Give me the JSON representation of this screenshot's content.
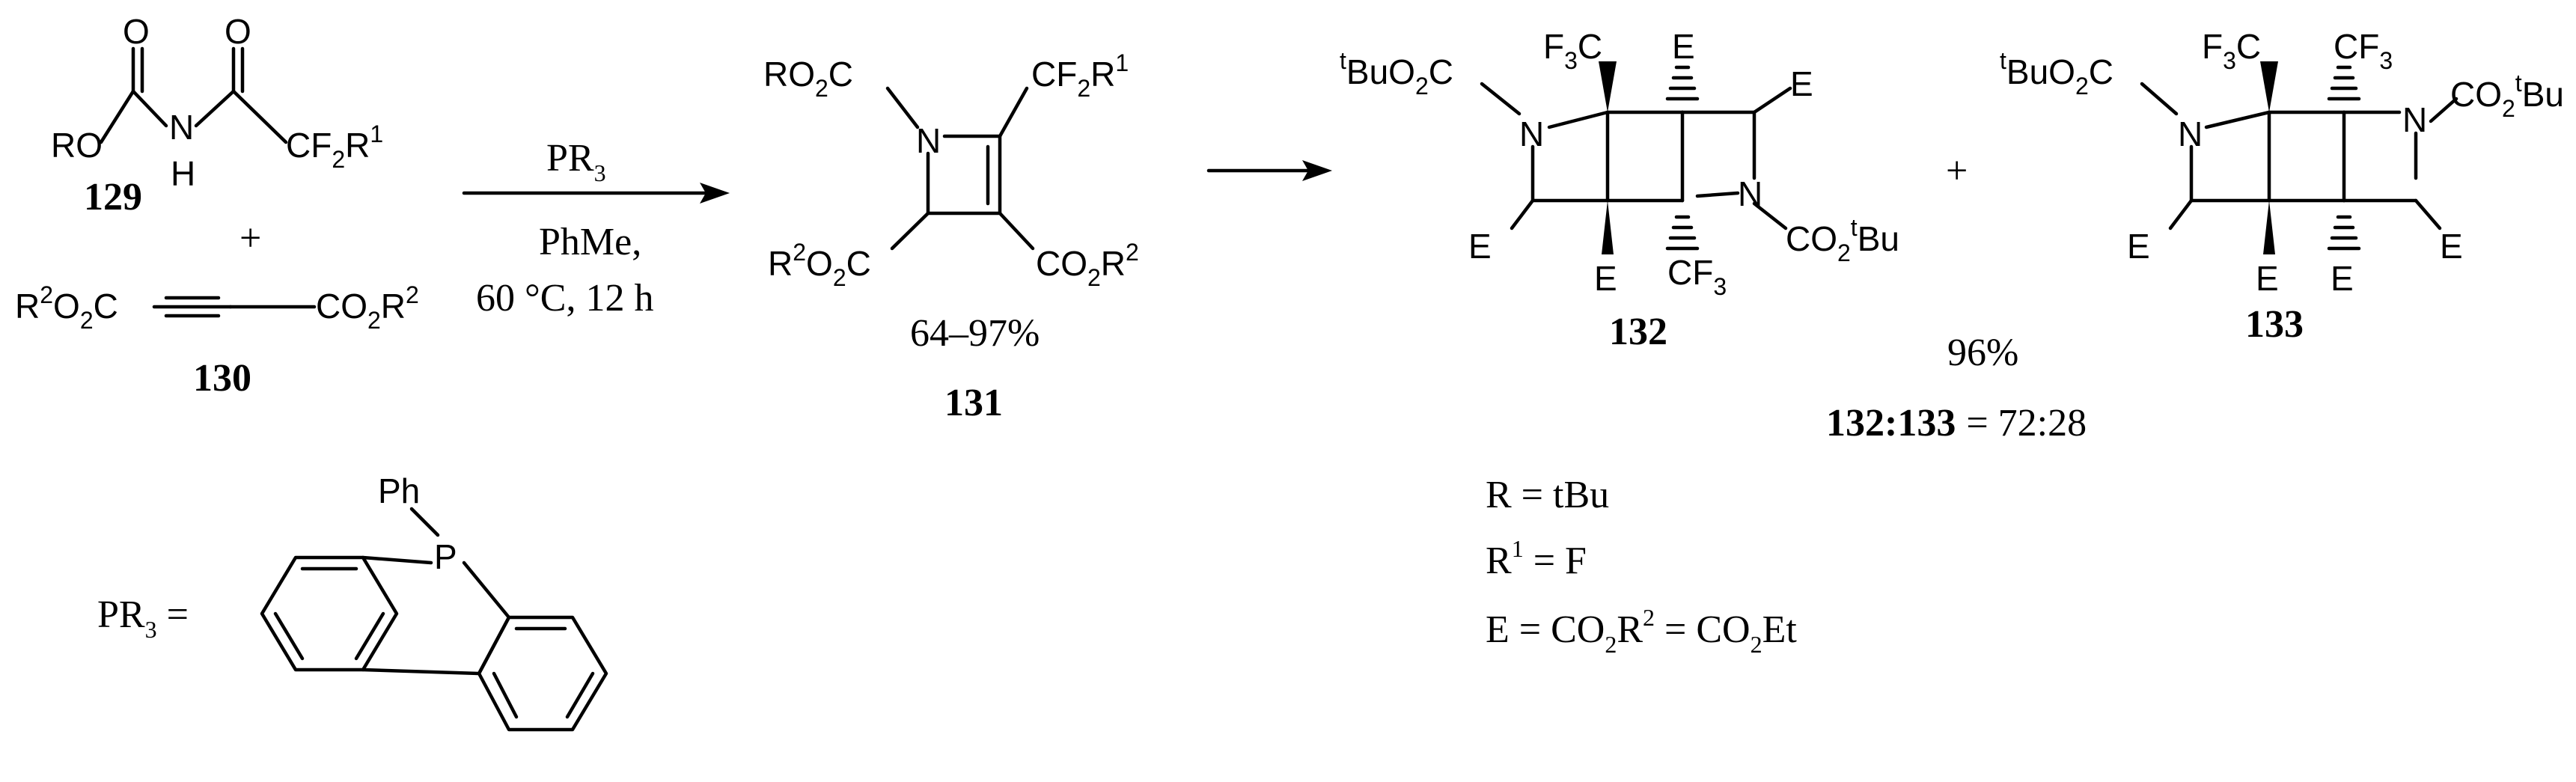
{
  "compounds": {
    "c129": {
      "number": "129",
      "atoms": {
        "o1": "O",
        "o2": "O",
        "ro": "RO",
        "n": "N",
        "h": "H",
        "cf2r1": "CF2R1"
      }
    },
    "plus1": "+",
    "c130": {
      "number": "130",
      "left": "R2O2C",
      "right": "CO2R2"
    },
    "c131": {
      "number": "131",
      "yield": "64–97%",
      "tl": "RO2C",
      "n": "N",
      "tr": "CF2R1",
      "bl": "R2O2C",
      "br": "CO2R2"
    },
    "c132": {
      "number": "132",
      "tl": "tBuO2C",
      "n1": "N",
      "cf3a": "F3C",
      "e1": "E",
      "e2": "E",
      "e3": "E",
      "e4": "E",
      "n2": "N",
      "br": "CO2tBu",
      "cf3b": "CF3"
    },
    "plus2": "+",
    "c133": {
      "number": "133",
      "tl": "tBuO2C",
      "n1": "N",
      "cf3a": "F3C",
      "cf3b": "CF3",
      "n2": "N",
      "tr": "CO2tBu",
      "e1": "E",
      "e2": "E",
      "e3": "E",
      "e4": "E"
    }
  },
  "arrow1": {
    "reagent": "PR3",
    "solvent": "PhMe,",
    "conditions": "60 °C, 12 h"
  },
  "results": {
    "yield": "96%",
    "ratio_label": "132:133",
    "ratio_value": "= 72:28"
  },
  "definitions": {
    "r": "R = tBu",
    "r1": "R1 = F",
    "e": "E = CO2R2 = CO2Et"
  },
  "pr3": {
    "label": "PR3 =",
    "ph": "Ph",
    "p": "P"
  }
}
